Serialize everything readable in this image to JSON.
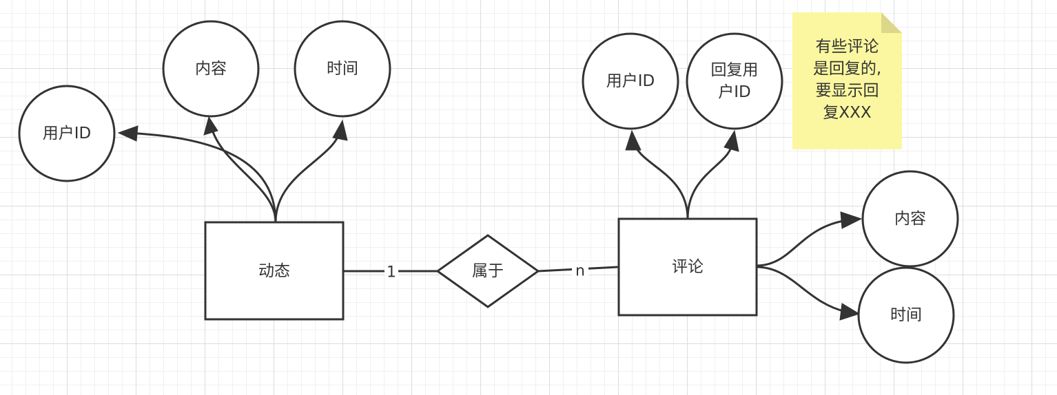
{
  "diagram": {
    "entities": {
      "dynamic": "动态",
      "comment": "评论"
    },
    "relationship": {
      "belongs": "属于",
      "left_cardinality": "1",
      "right_cardinality": "n"
    },
    "attributes": {
      "dynamic_user_id": "用户ID",
      "dynamic_content": "内容",
      "dynamic_time": "时间",
      "comment_user_id": "用户ID",
      "comment_reply_user_id": [
        "回复用",
        "户ID"
      ],
      "comment_content": "内容",
      "comment_time": "时间"
    },
    "note": {
      "lines": [
        "有些评论",
        "是回复的,",
        "要显示回",
        "复XXX"
      ]
    },
    "colors": {
      "stroke": "#333333",
      "note_fill": "#fbf7a0",
      "grid": "#dcdcdc"
    }
  }
}
